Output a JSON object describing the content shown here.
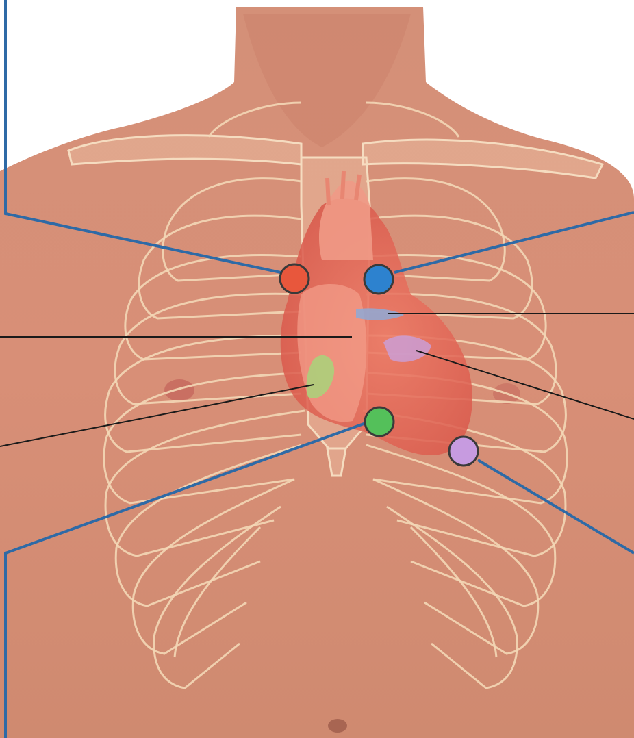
{
  "figure": {
    "subject": "chest-auscultation-sites",
    "markers": [
      {
        "id": "aortic-area-marker",
        "color": "#e8573c"
      },
      {
        "id": "pulmonic-area-marker",
        "color": "#2d82cf"
      },
      {
        "id": "tricuspid-area-marker",
        "color": "#54c05a"
      },
      {
        "id": "mitral-area-marker",
        "color": "#c79be0"
      }
    ],
    "colors": {
      "skin": "#d9937a",
      "heart": "#e8705e",
      "ribs": "#f3d7b6",
      "leader_blue": "#2e6aa6",
      "leader_black": "#1a1a1a",
      "background": "#ffffff"
    }
  }
}
